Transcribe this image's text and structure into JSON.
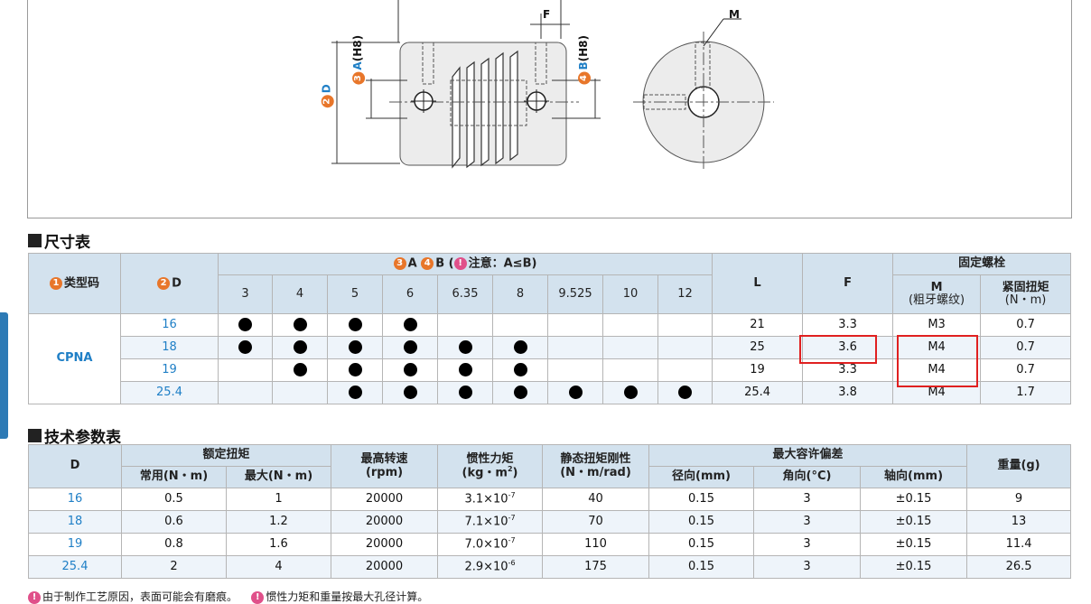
{
  "drawing": {
    "label_F": "F",
    "label_M": "M",
    "label_D_num": "2",
    "label_D": "D",
    "label_A_num": "3",
    "label_A": "A",
    "label_H8a": "(H8)",
    "label_B_num": "4",
    "label_B": "B",
    "label_H8b": "(H8)"
  },
  "dim_section": {
    "title": "尺寸表"
  },
  "dim_table": {
    "h_type": "类型码",
    "h_type_num": "1",
    "h_D": "D",
    "h_D_num": "2",
    "h_ab_a_num": "3",
    "h_ab_a": "A",
    "h_ab_b_num": "4",
    "h_ab_b": "B",
    "h_ab_note": "注意：A≤B)",
    "h_ab_open": "(",
    "h_L": "L",
    "h_F": "F",
    "h_bolt": "固定螺栓",
    "h_M": "M",
    "h_M_sub": "(粗牙螺纹)",
    "h_torque": "紧固扭矩",
    "h_torque_unit": "(N・m)",
    "bores": [
      "3",
      "4",
      "5",
      "6",
      "6.35",
      "8",
      "9.525",
      "10",
      "12"
    ],
    "type_code": "CPNA",
    "rows": [
      {
        "D": "16",
        "dots": [
          1,
          1,
          1,
          1,
          0,
          0,
          0,
          0,
          0
        ],
        "L": "21",
        "F": "3.3",
        "M": "M3",
        "T": "0.7"
      },
      {
        "D": "18",
        "dots": [
          1,
          1,
          1,
          1,
          1,
          1,
          0,
          0,
          0
        ],
        "L": "25",
        "F": "3.6",
        "M": "M4",
        "T": "0.7"
      },
      {
        "D": "19",
        "dots": [
          0,
          1,
          1,
          1,
          1,
          1,
          0,
          0,
          0
        ],
        "L": "19",
        "F": "3.3",
        "M": "M4",
        "T": "0.7"
      },
      {
        "D": "25.4",
        "dots": [
          0,
          0,
          1,
          1,
          1,
          1,
          1,
          1,
          1
        ],
        "L": "25.4",
        "F": "3.8",
        "M": "M4",
        "T": "1.7"
      }
    ]
  },
  "tech_section": {
    "title": "技术参数表"
  },
  "tech_table": {
    "h_D": "D",
    "h_rated": "额定扭矩",
    "h_normal": "常用(N・m)",
    "h_max": "最大(N・m)",
    "h_speed": "最高转速",
    "h_speed_unit": "(rpm)",
    "h_inertia": "惯性力矩",
    "h_inertia_unit": "(kg・m",
    "h_inertia_sup": "2",
    "h_inertia_close": ")",
    "h_stiff": "静态扭矩刚性",
    "h_stiff_unit": "(N・m/rad)",
    "h_dev": "最大容许偏差",
    "h_radial": "径向(mm)",
    "h_angular": "角向(°C)",
    "h_axial": "轴向(mm)",
    "h_weight": "重量(g)",
    "rows": [
      {
        "D": "16",
        "normal": "0.5",
        "max": "1",
        "speed": "20000",
        "inertia": "3.1×10",
        "exp": "-7",
        "stiff": "40",
        "radial": "0.15",
        "angular": "3",
        "axial": "±0.15",
        "weight": "9"
      },
      {
        "D": "18",
        "normal": "0.6",
        "max": "1.2",
        "speed": "20000",
        "inertia": "7.1×10",
        "exp": "-7",
        "stiff": "70",
        "radial": "0.15",
        "angular": "3",
        "axial": "±0.15",
        "weight": "13"
      },
      {
        "D": "19",
        "normal": "0.8",
        "max": "1.6",
        "speed": "20000",
        "inertia": "7.0×10",
        "exp": "-7",
        "stiff": "110",
        "radial": "0.15",
        "angular": "3",
        "axial": "±0.15",
        "weight": "11.4"
      },
      {
        "D": "25.4",
        "normal": "2",
        "max": "4",
        "speed": "20000",
        "inertia": "2.9×10",
        "exp": "-6",
        "stiff": "175",
        "radial": "0.15",
        "angular": "3",
        "axial": "±0.15",
        "weight": "26.5"
      }
    ]
  },
  "footnote": {
    "text1": "由于制作工艺原因，表面可能会有磨痕。",
    "text2": "惯性力矩和重量按最大孔径计算。"
  }
}
